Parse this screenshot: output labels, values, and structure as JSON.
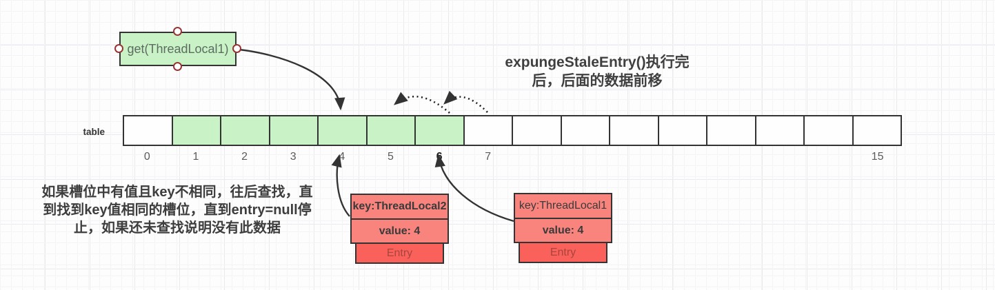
{
  "diagram": {
    "get_box": {
      "label": "get(ThreadLocal1)"
    },
    "notes": {
      "top_right": [
        "expungeStaleEntry()执行完",
        "后，后面的数据前移"
      ],
      "left": [
        "如果槽位中有值且key不相同，往后查找，直",
        "到找到key值相同的槽位，直到entry=null停",
        "止，如果还未查找说明没有此数据"
      ]
    },
    "table": {
      "label": "table",
      "cells": [
        {
          "index": "0",
          "green": false,
          "bold_label": false
        },
        {
          "index": "1",
          "green": true,
          "bold_label": false
        },
        {
          "index": "2",
          "green": true,
          "bold_label": false
        },
        {
          "index": "3",
          "green": true,
          "bold_label": false
        },
        {
          "index": "4",
          "green": true,
          "bold_label": false
        },
        {
          "index": "5",
          "green": true,
          "bold_label": false
        },
        {
          "index": "6",
          "green": true,
          "bold_label": true
        },
        {
          "index": "7",
          "green": false,
          "bold_label": false
        },
        {
          "index": "",
          "green": false,
          "bold_label": false
        },
        {
          "index": "",
          "green": false,
          "bold_label": false
        },
        {
          "index": "",
          "green": false,
          "bold_label": false
        },
        {
          "index": "",
          "green": false,
          "bold_label": false
        },
        {
          "index": "",
          "green": false,
          "bold_label": false
        },
        {
          "index": "",
          "green": false,
          "bold_label": false
        },
        {
          "index": "",
          "green": false,
          "bold_label": false
        },
        {
          "index": "15",
          "green": false,
          "bold_label": false
        }
      ]
    },
    "entries": [
      {
        "key": "key:ThreadLocal2",
        "value": "value: 4",
        "label": "Entry"
      },
      {
        "key": "key:ThreadLocal1",
        "value": "value: 4",
        "label": "Entry"
      }
    ],
    "colors": {
      "green_fill": "#c9f2c6",
      "salmon_fill": "#f9837d",
      "red_fill": "#fa615a",
      "entry_text_color": "#a8453e",
      "outline": "#333333",
      "handle_ring": "#993333"
    }
  }
}
